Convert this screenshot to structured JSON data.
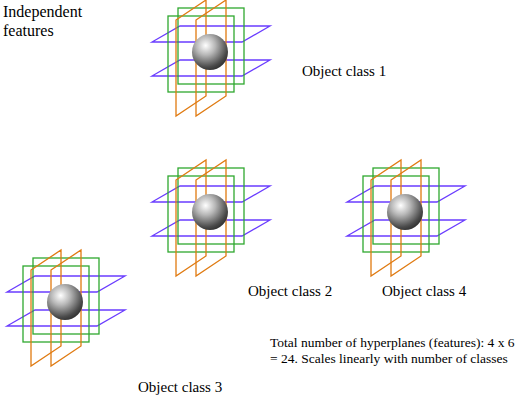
{
  "diagram": {
    "title": "Independent features",
    "labels": [
      "Object class 1",
      "Object class 2",
      "Object class 4",
      "Object class 3",
      "Total number of hyperplanes (features): 4 x 6 = 24.  Scales linearly with number of classes"
    ]
  }
}
